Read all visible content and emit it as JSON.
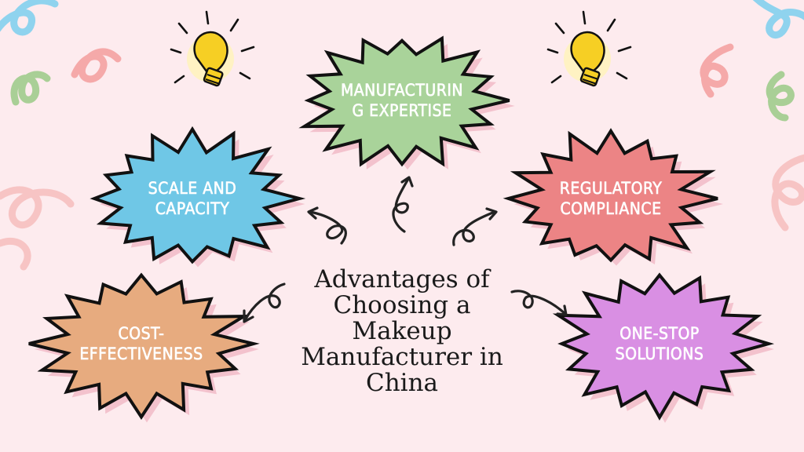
{
  "center": {
    "lines": [
      "Advantages of",
      "Choosing a",
      "Makeup",
      "Manufacturer in",
      "China"
    ]
  },
  "nodes": [
    {
      "id": "manufacturing-expertise",
      "lines": [
        "MANUFACTURIN",
        "G EXPERTISE"
      ],
      "color": "#a9d39a"
    },
    {
      "id": "scale-and-capacity",
      "lines": [
        "SCALE AND",
        "CAPACITY"
      ],
      "color": "#6fc7e6"
    },
    {
      "id": "regulatory-compliance",
      "lines": [
        "REGULATORY",
        "COMPLIANCE"
      ],
      "color": "#ec8485"
    },
    {
      "id": "cost-effectiveness",
      "lines": [
        "COST-",
        "EFFECTIVENESS"
      ],
      "color": "#e7ab7f"
    },
    {
      "id": "one-stop-solutions",
      "lines": [
        "ONE-STOP",
        "SOLUTIONS"
      ],
      "color": "#d98fe3"
    }
  ],
  "decorations": {
    "icons": [
      "lightbulb-icon",
      "lightbulb-icon"
    ],
    "colors": {
      "background": "#fdebee",
      "squiggle_blue": "#8fd3ee",
      "squiggle_pink": "#f5a9a9",
      "squiggle_green": "#a9cf96",
      "bulb": "#f6cf24"
    }
  }
}
